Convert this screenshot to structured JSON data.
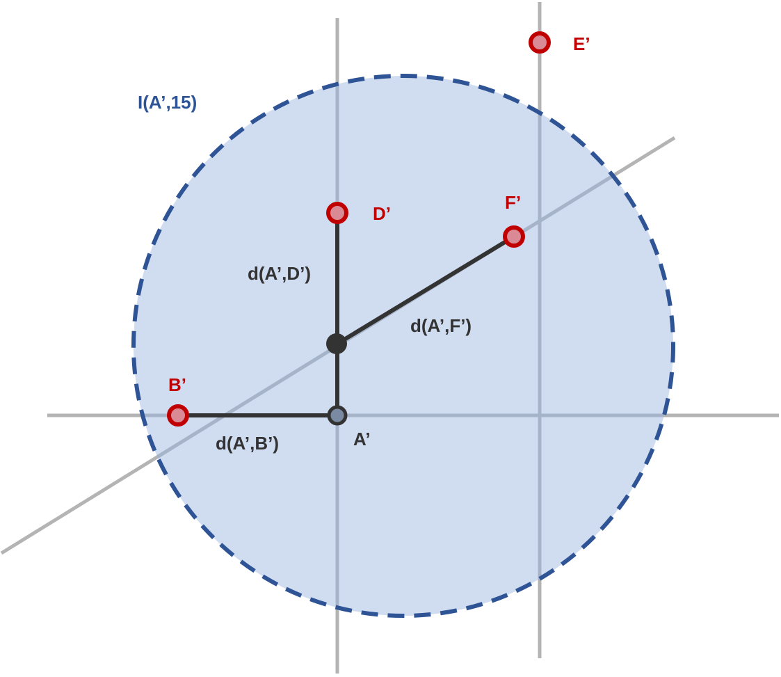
{
  "diagram": {
    "circle_label": "I(A’,15)",
    "center_label": "A’",
    "points": {
      "b": "B’",
      "d": "D’",
      "e": "E’",
      "f": "F’"
    },
    "distances": {
      "ab": "d(A’,B’)",
      "ad": "d(A’,D’)",
      "af": "d(A’,F’)"
    },
    "colors": {
      "circle_fill": "#d0dcf0",
      "circle_stroke": "#2f5496",
      "axis_line": "#b4b4b4",
      "point_red": "#c00000",
      "segment_dark": "#333333"
    }
  }
}
